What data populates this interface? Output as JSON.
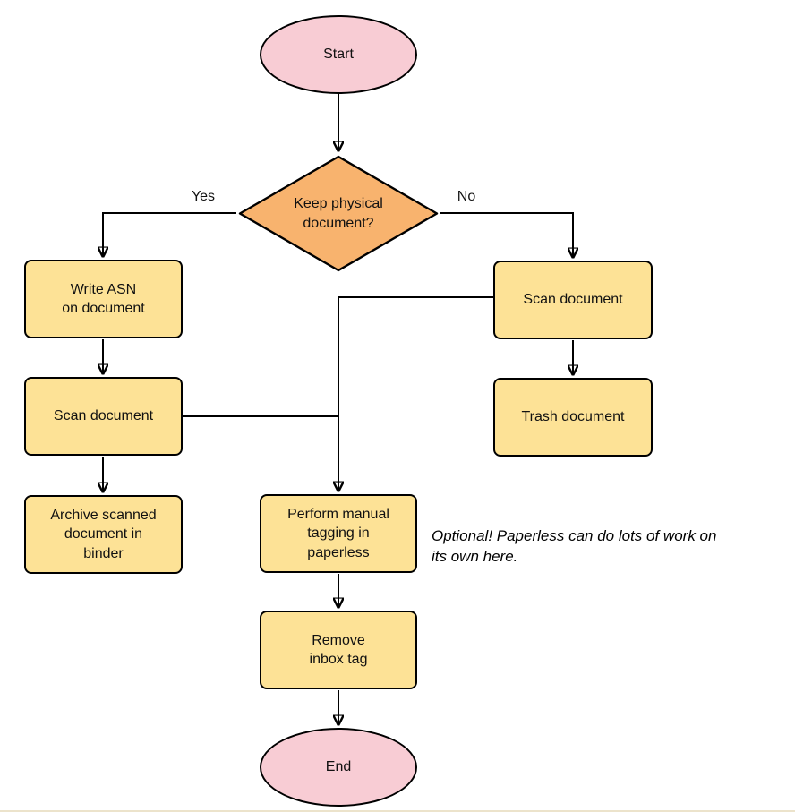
{
  "nodes": {
    "start": {
      "label": "Start"
    },
    "decision": {
      "label": "Keep physical\ndocument?"
    },
    "write_asn": {
      "label": "Write ASN\non document"
    },
    "scan_left": {
      "label": "Scan document"
    },
    "archive": {
      "label": "Archive scanned\ndocument in\nbinder"
    },
    "scan_right": {
      "label": "Scan document"
    },
    "trash": {
      "label": "Trash document"
    },
    "tagging": {
      "label": "Perform manual\ntagging in\npaperless"
    },
    "remove_inbox": {
      "label": "Remove\ninbox tag"
    },
    "end": {
      "label": "End"
    }
  },
  "edges": {
    "yes_label": "Yes",
    "no_label": "No"
  },
  "annotation": {
    "text": "Optional! Paperless can do lots of work on\nits own here."
  },
  "colors": {
    "terminal_fill": "#f8ccd4",
    "decision_fill": "#f8b36e",
    "process_fill": "#fde296",
    "stroke": "#000000"
  }
}
